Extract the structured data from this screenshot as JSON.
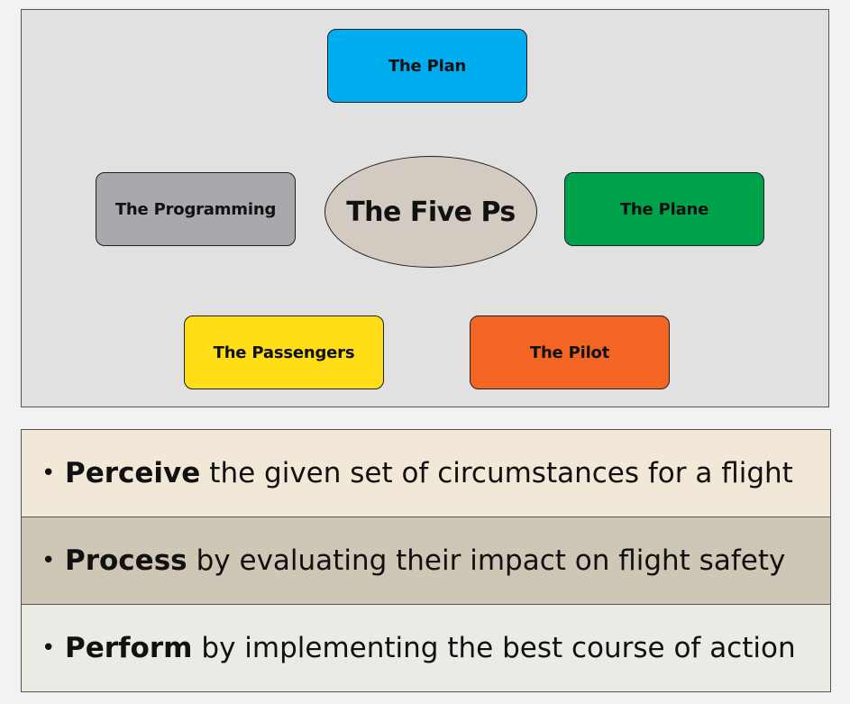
{
  "diagram": {
    "center": {
      "label": "The Five Ps",
      "color": "#d3cbc1"
    },
    "nodes": [
      {
        "id": "plan",
        "label": "The Plan",
        "color": "#00adef"
      },
      {
        "id": "programming",
        "label": "The Programming",
        "color": "#a7a9ac"
      },
      {
        "id": "plane",
        "label": "The Plane",
        "color": "#00a14b"
      },
      {
        "id": "passengers",
        "label": "The Passengers",
        "color": "#ffde17"
      },
      {
        "id": "pilot",
        "label": "The Pilot",
        "color": "#f26522"
      }
    ]
  },
  "steps": [
    {
      "keyword": "Perceive",
      "text": "the given set of circumstances for a flight",
      "color": "#f2e8d8"
    },
    {
      "keyword": "Process",
      "text": "by evaluating their impact on flight safety",
      "color": "#cfc7b6"
    },
    {
      "keyword": "Perform",
      "text": "by implementing the best course of action",
      "color": "#ebeae4"
    }
  ],
  "bullet": "•"
}
